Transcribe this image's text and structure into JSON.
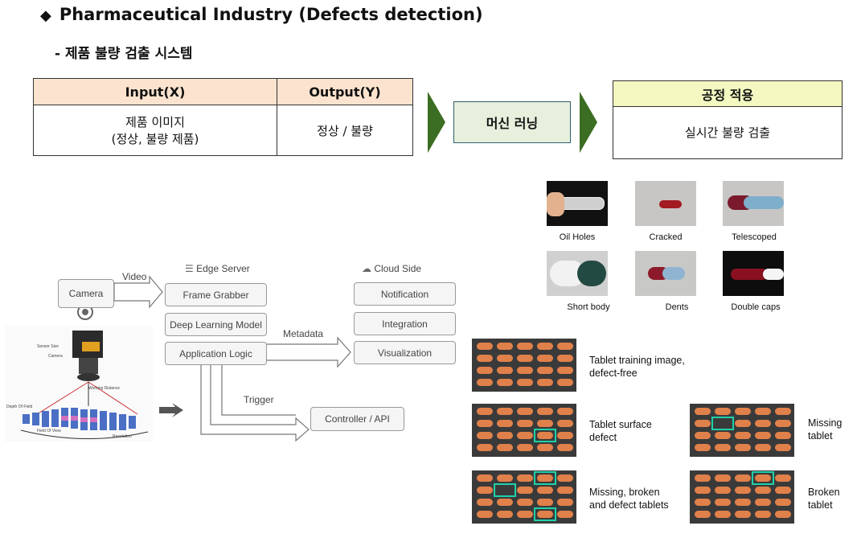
{
  "title": "Pharmaceutical Industry (Defects detection)",
  "subtitle": "- 제품 불량 검출 시스템",
  "io_table": {
    "input_header": "Input(X)",
    "output_header": "Output(Y)",
    "input_line1": "제품 이미지",
    "input_line2": "(정상, 불량 제품)",
    "output_value": "정상 / 불량"
  },
  "ml_box": "머신 러닝",
  "apply": {
    "header": "공정 적용",
    "body": "실시간 불량 검출"
  },
  "architecture": {
    "edge_server": "Edge Server",
    "cloud_side": "Cloud Side",
    "camera": "Camera",
    "video": "Video",
    "frame_grabber": "Frame Grabber",
    "deep_learning_model": "Deep Learning Model",
    "application_logic": "Application Logic",
    "metadata": "Metadata",
    "trigger": "Trigger",
    "notification": "Notification",
    "integration": "Integration",
    "visualization": "Visualization",
    "controller_api": "Controller / API"
  },
  "camera_labels": {
    "sensor_size": "Sensor Size",
    "camera": "Camera",
    "working_distance": "Working Distance",
    "depth_of_field": "Depth Of Field",
    "field_of_view": "Field Of View",
    "resolution": "Resolution"
  },
  "capsules": [
    "Oil Holes",
    "Cracked",
    "Telescoped",
    "Short body",
    "Dents",
    "Double caps"
  ],
  "tablets": {
    "training": [
      "Tablet training image,",
      "defect-free"
    ],
    "surface": [
      "Tablet surface",
      "defect"
    ],
    "missing": [
      "Missing",
      "tablet"
    ],
    "missing_broken": [
      "Missing, broken",
      "and defect tablets"
    ],
    "broken": [
      "Broken",
      "tablet"
    ]
  },
  "colors": {
    "arrow": "#3b6d22",
    "header_peach": "#fbe3cf",
    "ml_fill": "#e6f0dc",
    "apply_header": "#f3f7c0",
    "marker": "#20d0a8"
  }
}
